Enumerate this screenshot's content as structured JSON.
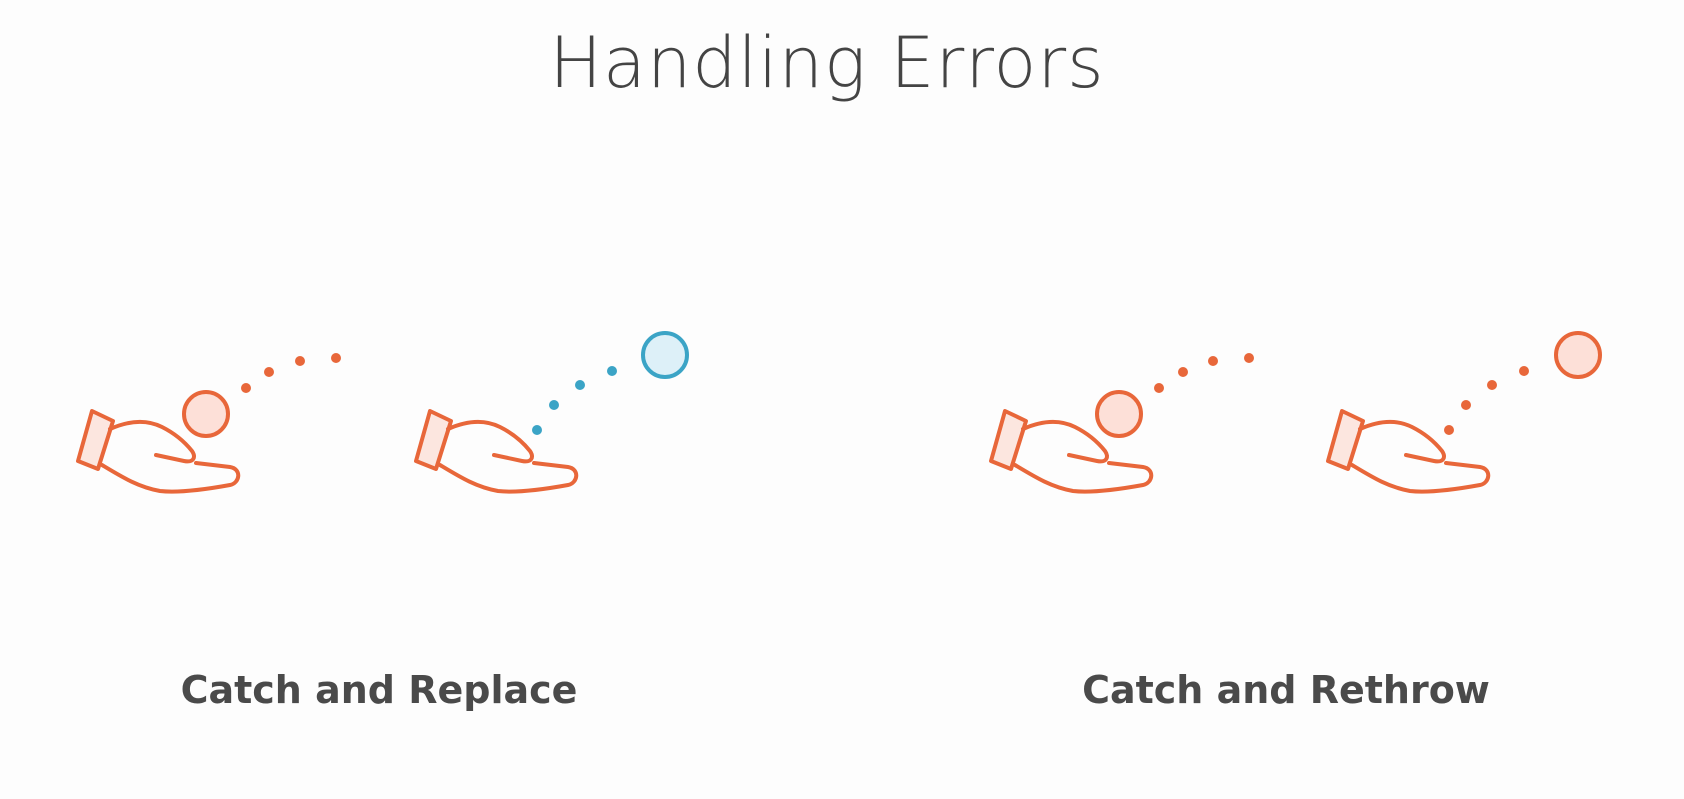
{
  "header": {
    "title": "Handling Errors"
  },
  "sections": [
    {
      "label": "Catch and Replace"
    },
    {
      "label": "Catch and Rethrow"
    }
  ],
  "colors": {
    "background": "#fdfdfd",
    "text": "#444444",
    "hand_stroke": "#e8673a",
    "hand_fill": "#fce6df",
    "error_ball_fill": "#fde0d8",
    "replacement_stroke": "#3ba4c6",
    "replacement_fill": "#ddf0f8"
  },
  "icons": {
    "hand": "open-hand-icon",
    "error_ball": "error-ball-icon",
    "replacement_ball": "replacement-ball-icon"
  }
}
